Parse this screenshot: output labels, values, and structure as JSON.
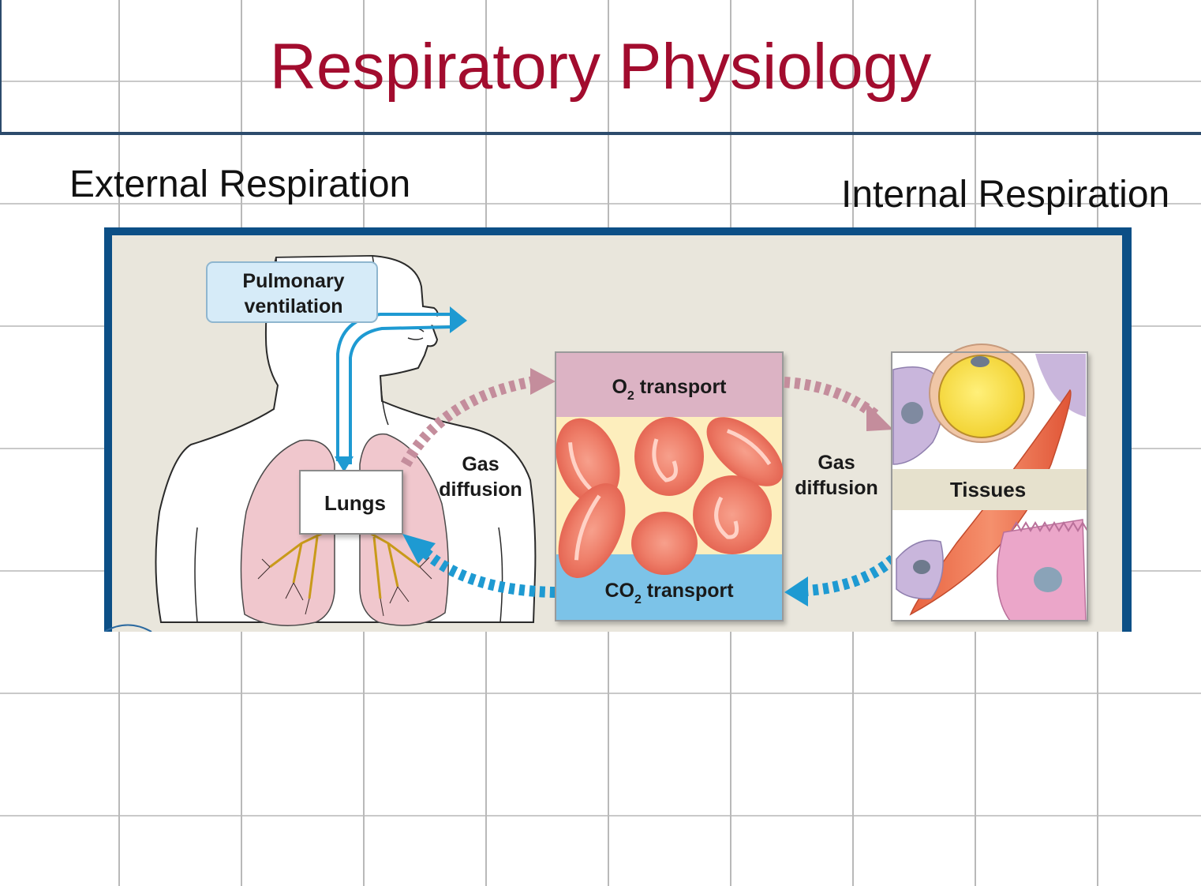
{
  "slide": {
    "title": "Respiratory Physiology",
    "title_color": "#a20c2e",
    "rule_color": "#2c4b6c"
  },
  "labels": {
    "external": "External Respiration",
    "internal": "Internal Respiration"
  },
  "diagram": {
    "frame_color": "#0c4f86",
    "background_color": "#e9e6dc",
    "pulmonary_ventilation": [
      "Pulmonary",
      "ventilation"
    ],
    "lungs": "Lungs",
    "gas_diffusion_left": [
      "Gas",
      "diffusion"
    ],
    "gas_diffusion_right": [
      "Gas",
      "diffusion"
    ],
    "o2_transport": {
      "prefix": "O",
      "sub": "2",
      "suffix": " transport",
      "color": "#dcb3c4"
    },
    "co2_transport": {
      "prefix": "CO",
      "sub": "2",
      "suffix": " transport",
      "color": "#7cc3e8"
    },
    "tissues": "Tissues",
    "arrow_o2_color": "#c48d9c",
    "arrow_co2_color": "#1e9ad2",
    "icons": [
      "human-torso-icon",
      "lung-icon",
      "red-blood-cell-icon",
      "tissue-cell-icon",
      "muscle-fiber-icon"
    ]
  }
}
